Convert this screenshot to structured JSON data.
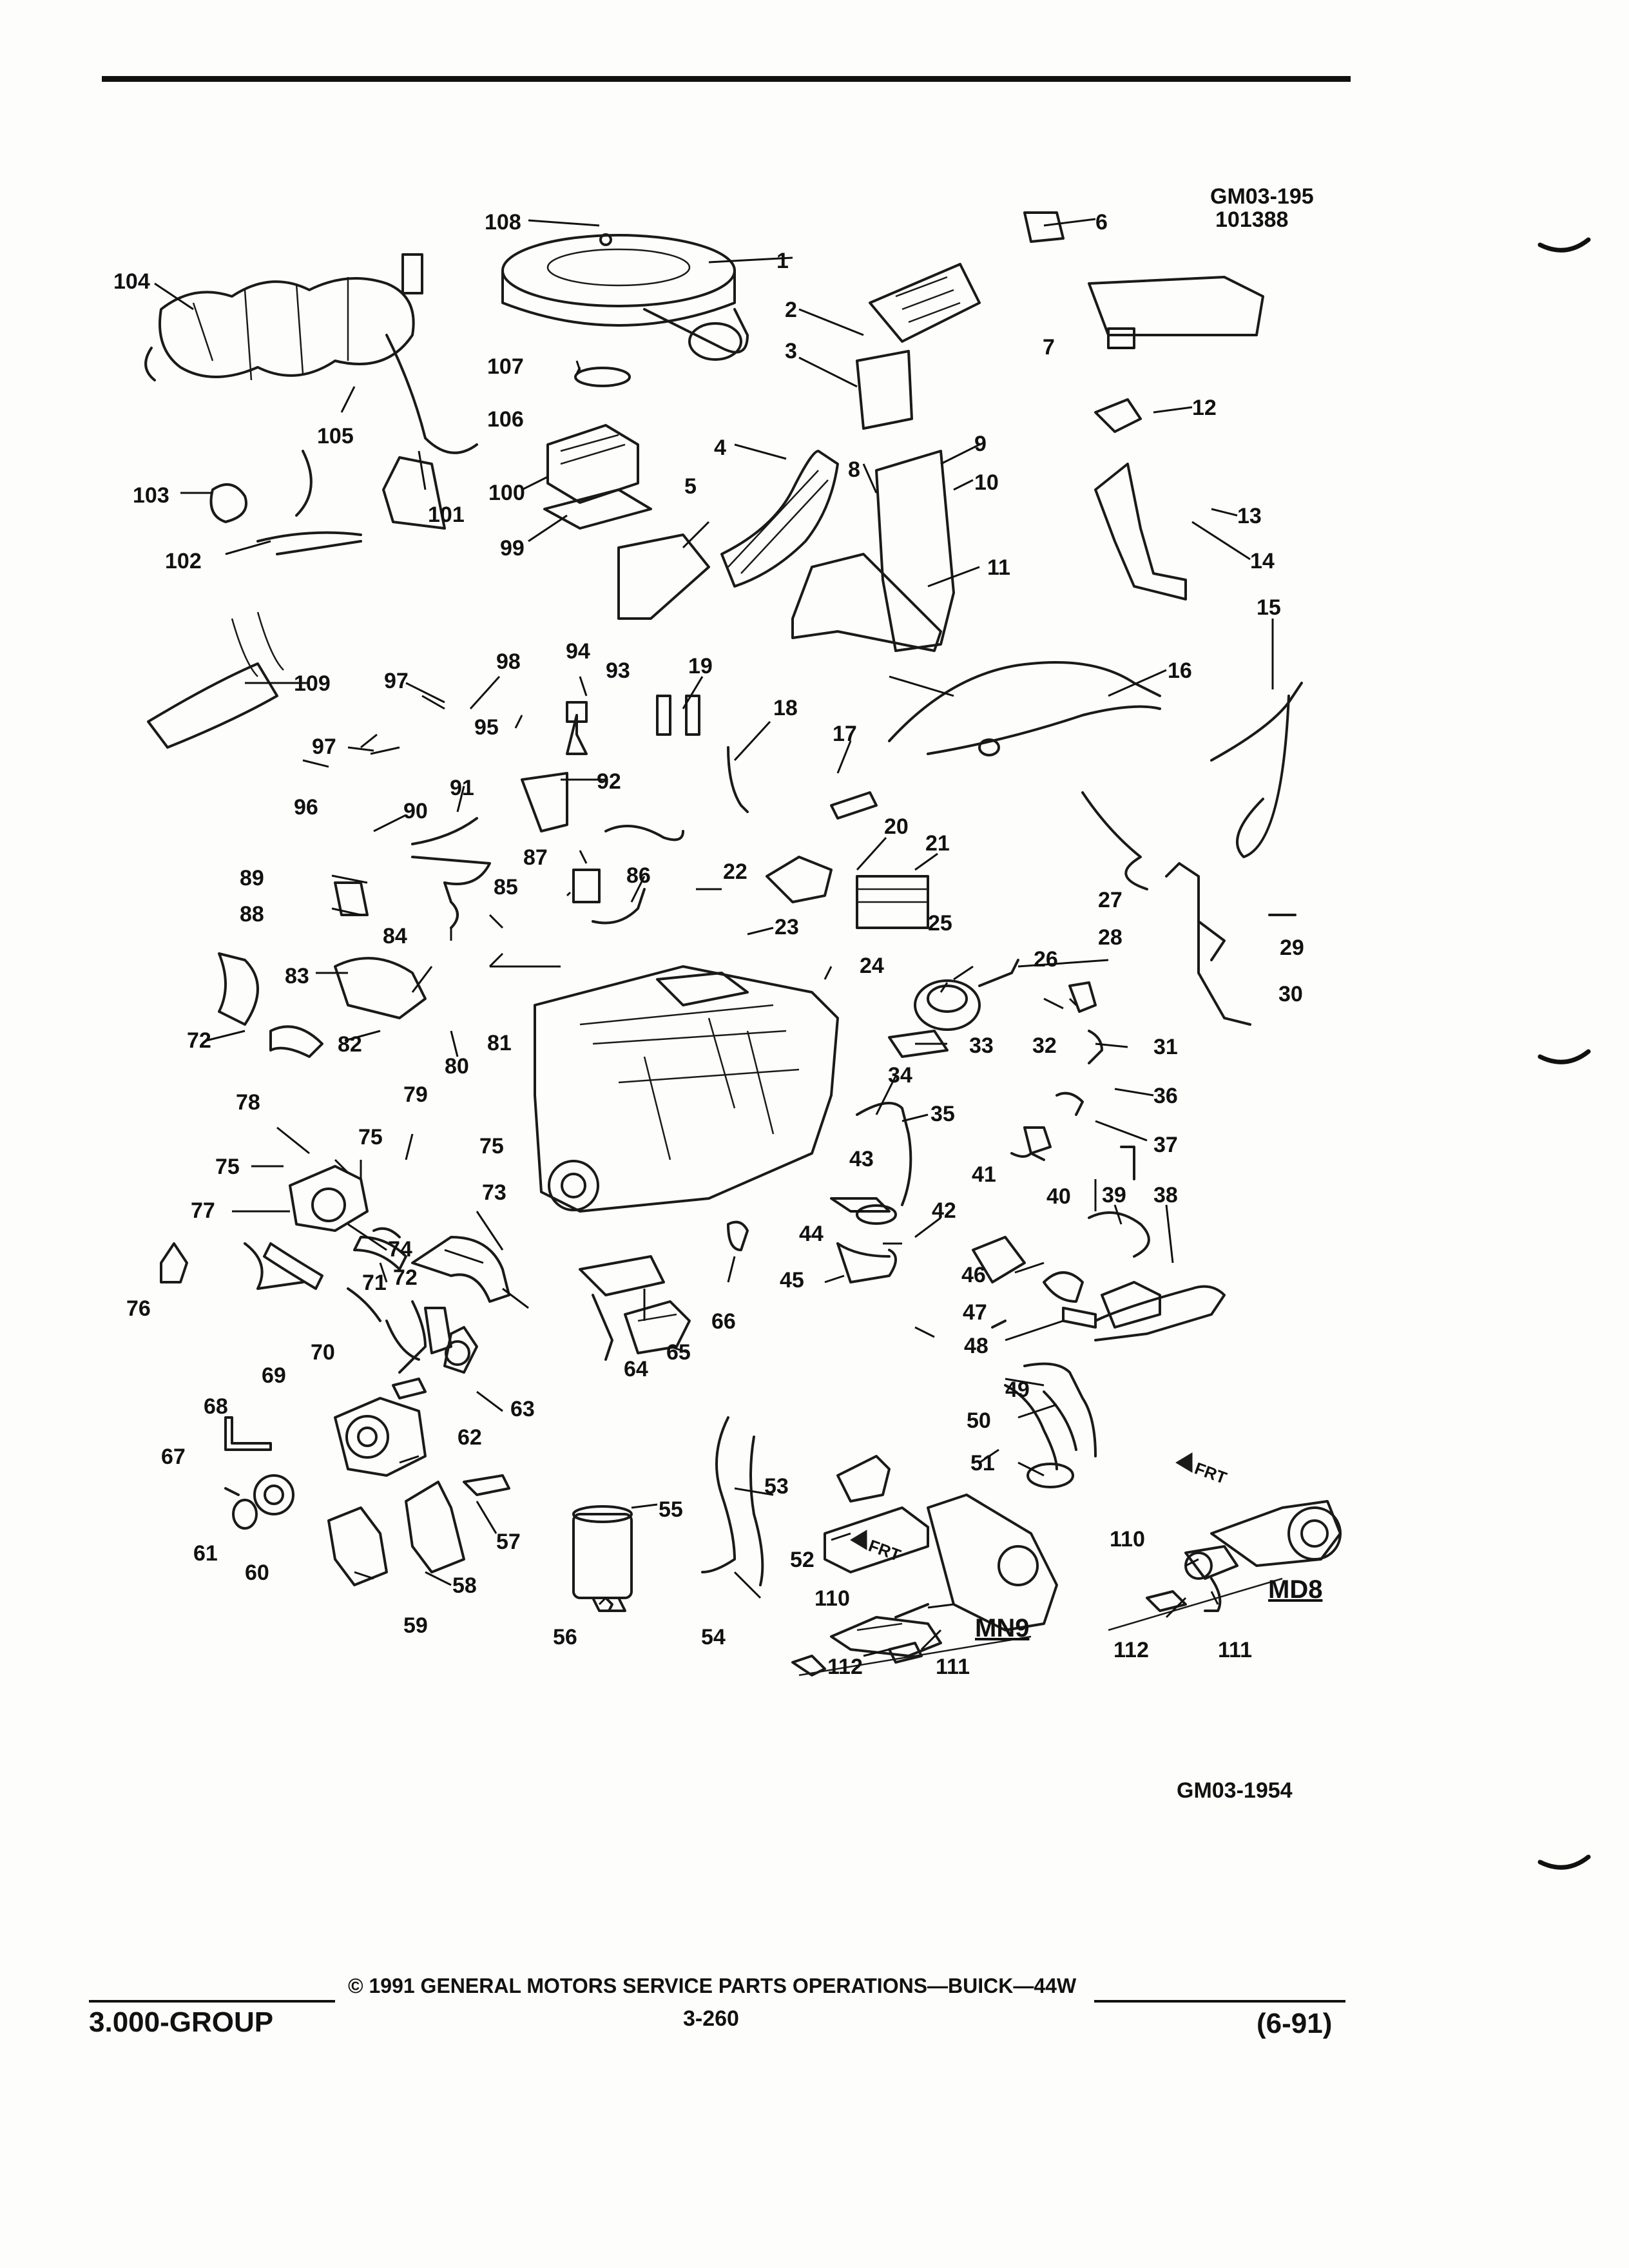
{
  "diagram": {
    "code_top": "GM03-195",
    "date_code": "101388",
    "code_bottom": "GM03-1954",
    "variant_labels": [
      "MN9",
      "MD8"
    ],
    "front_marker": "FRT",
    "callouts": {
      "c1": "1",
      "c2": "2",
      "c3": "3",
      "c4": "4",
      "c5": "5",
      "c6": "6",
      "c7": "7",
      "c8": "8",
      "c9": "9",
      "c10": "10",
      "c11": "11",
      "c12": "12",
      "c13": "13",
      "c14": "14",
      "c15": "15",
      "c16": "16",
      "c17": "17",
      "c18": "18",
      "c19": "19",
      "c20": "20",
      "c21": "21",
      "c22": "22",
      "c23": "23",
      "c24": "24",
      "c25": "25",
      "c26": "26",
      "c27": "27",
      "c28": "28",
      "c29": "29",
      "c30": "30",
      "c31": "31",
      "c32": "32",
      "c33": "33",
      "c34": "34",
      "c35": "35",
      "c36": "36",
      "c37": "37",
      "c38": "38",
      "c39": "39",
      "c40": "40",
      "c41": "41",
      "c42": "42",
      "c43": "43",
      "c44": "44",
      "c45": "45",
      "c46": "46",
      "c47": "47",
      "c48": "48",
      "c49": "49",
      "c50": "50",
      "c51": "51",
      "c52": "52",
      "c53": "53",
      "c54": "54",
      "c55": "55",
      "c56": "56",
      "c57": "57",
      "c58": "58",
      "c59": "59",
      "c60": "60",
      "c61": "61",
      "c62": "62",
      "c63": "63",
      "c64": "64",
      "c65": "65",
      "c66": "66",
      "c67": "67",
      "c68": "68",
      "c69": "69",
      "c70": "70",
      "c71": "71",
      "c72": "72",
      "c73": "73",
      "c74": "74",
      "c75": "75",
      "c76": "76",
      "c77": "77",
      "c78": "78",
      "c79": "79",
      "c80": "80",
      "c81": "81",
      "c82": "82",
      "c83": "83",
      "c84": "84",
      "c85": "85",
      "c86": "86",
      "c87": "87",
      "c88": "88",
      "c89": "89",
      "c90": "90",
      "c91": "91",
      "c92": "92",
      "c93": "93",
      "c94": "94",
      "c95": "95",
      "c96": "96",
      "c97": "97",
      "c98": "98",
      "c99": "99",
      "c100": "100",
      "c101": "101",
      "c102": "102",
      "c103": "103",
      "c104": "104",
      "c105": "105",
      "c106": "106",
      "c107": "107",
      "c108": "108",
      "c109": "109",
      "c110": "110",
      "c111": "111",
      "c112": "112"
    }
  },
  "footer": {
    "group": "3.000-GROUP",
    "copyright": "© 1991 GENERAL MOTORS SERVICE PARTS OPERATIONS—BUICK—44W",
    "page_number": "3-260",
    "revision": "(6-91)"
  }
}
